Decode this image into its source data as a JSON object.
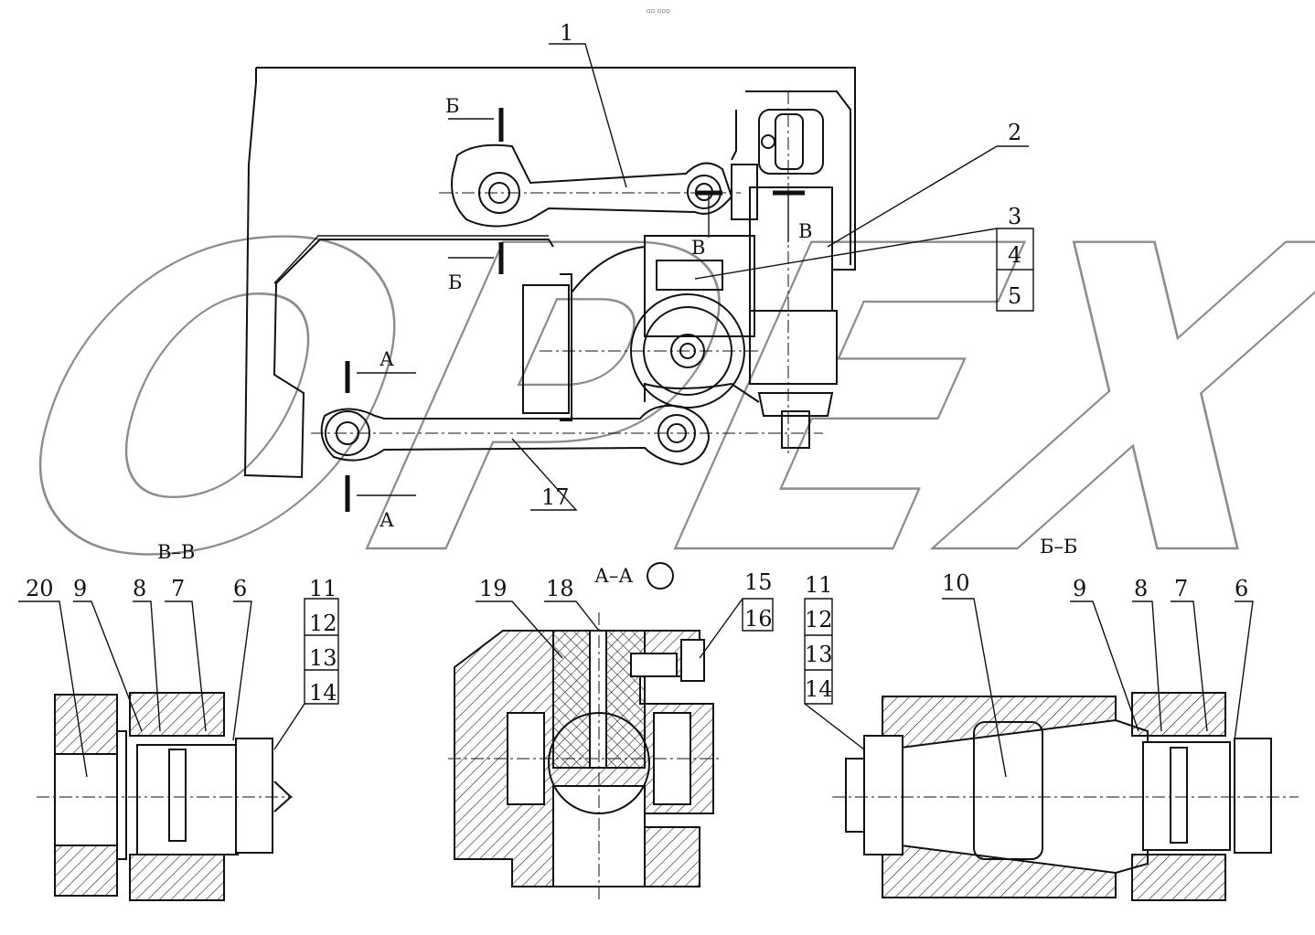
{
  "header_mark": "▫▫ ▫▫▫",
  "watermark": "OPEX",
  "callouts": {
    "c1": "1",
    "c2": "2",
    "c3": "3",
    "c4": "4",
    "c5": "5",
    "c6": "6",
    "c7": "7",
    "c8": "8",
    "c9": "9",
    "c10": "10",
    "c11": "11",
    "c12": "12",
    "c13": "13",
    "c14": "14",
    "c15": "15",
    "c16": "16",
    "c17": "17",
    "c18": "18",
    "c19": "19",
    "c20": "20"
  },
  "section_marks": {
    "b": "Б",
    "v": "В",
    "a": "А"
  },
  "section_titles": {
    "vv": "В–В",
    "aa": "А–А",
    "bb": "Б–Б"
  }
}
